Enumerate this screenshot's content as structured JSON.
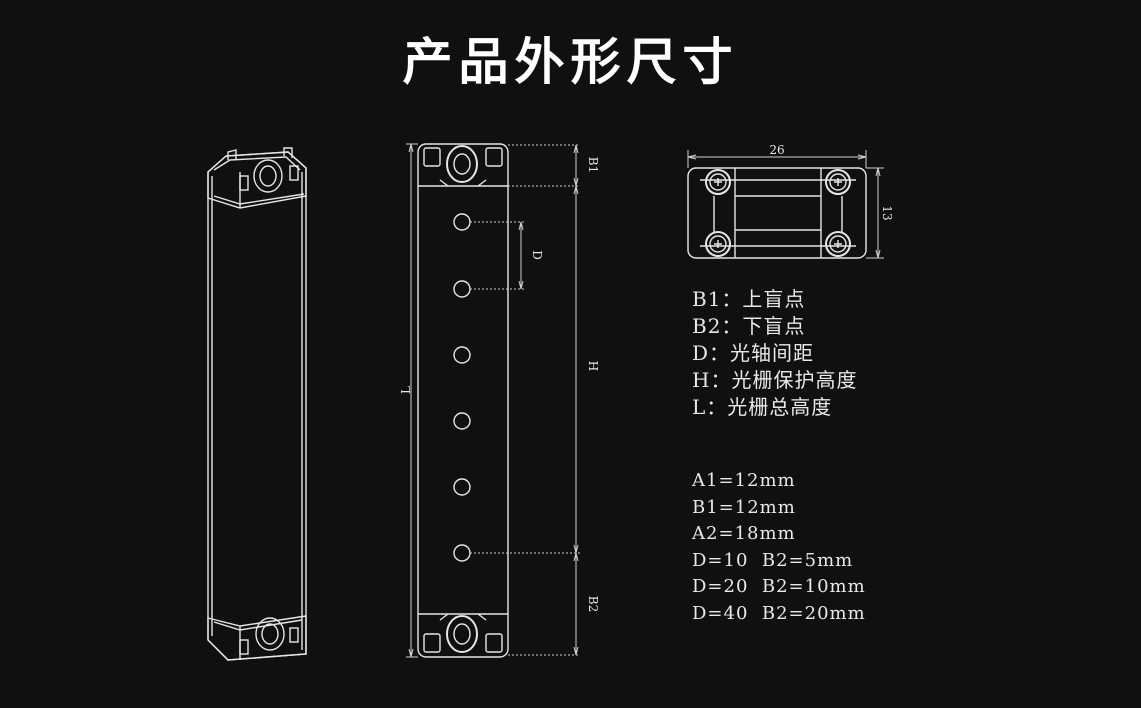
{
  "title": "产品外形尺寸",
  "dimension_labels": {
    "l": "L",
    "h": "H",
    "d": "D",
    "b1": "B1",
    "b2": "B2",
    "width": "26",
    "depth": "13"
  },
  "legend": [
    "B1：上盲点",
    "B2：下盲点",
    "D：光轴间距",
    "H：光栅保护高度",
    "L：光栅总高度"
  ],
  "specs": [
    "A1=12mm",
    "B1=12mm",
    "A2=18mm",
    "D=10  B2=5mm",
    "D=20  B2=10mm",
    "D=40  B2=20mm"
  ]
}
